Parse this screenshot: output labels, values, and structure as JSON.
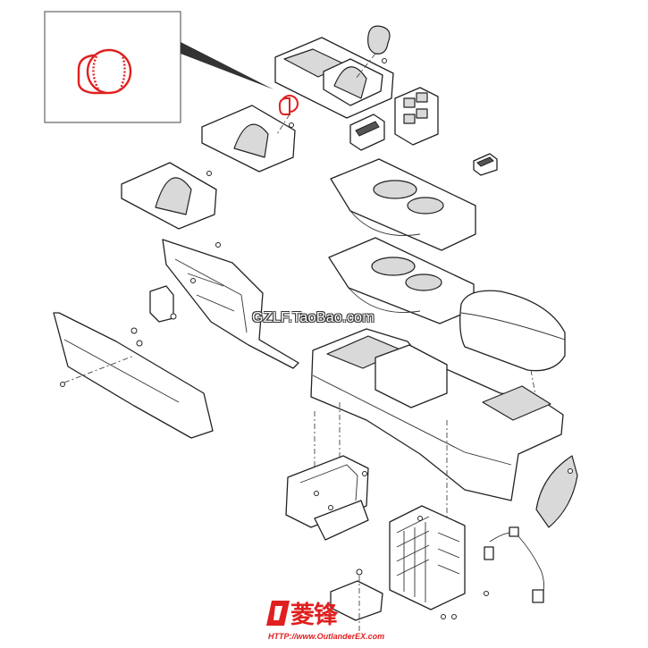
{
  "watermark_text": "GZLF.TaoBao.com",
  "brand": {
    "logo_text": "菱锋",
    "url": "HTTP://www.OutlanderEX.com",
    "color": "#e02020"
  },
  "callout": {
    "icon": "gear-knob-icon",
    "color": "#e02020"
  }
}
